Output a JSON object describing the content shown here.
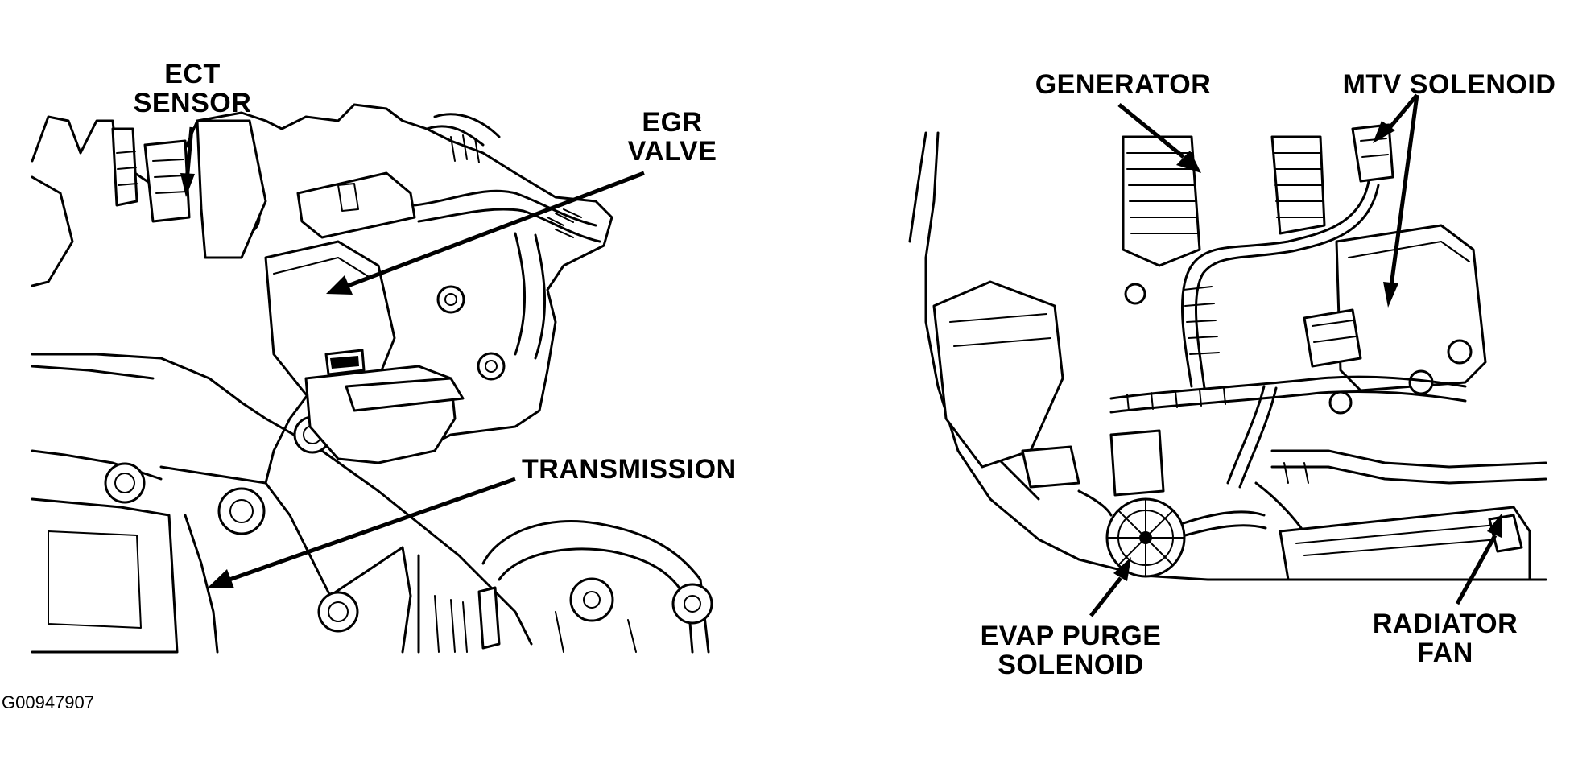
{
  "left_panel": {
    "ect_sensor": [
      "ECT",
      "SENSOR"
    ],
    "egr_valve": [
      "EGR",
      "VALVE"
    ],
    "transmission": "TRANSMISSION"
  },
  "right_panel": {
    "generator": "GENERATOR",
    "mtv_solenoid": "MTV SOLENOID",
    "evap_purge_solenoid": [
      "EVAP PURGE",
      "SOLENOID"
    ],
    "radiator_fan": [
      "RADIATOR",
      "FAN"
    ]
  },
  "figure_ref": "G00947907",
  "colors": {
    "ink": "#000000",
    "paper": "#ffffff"
  }
}
